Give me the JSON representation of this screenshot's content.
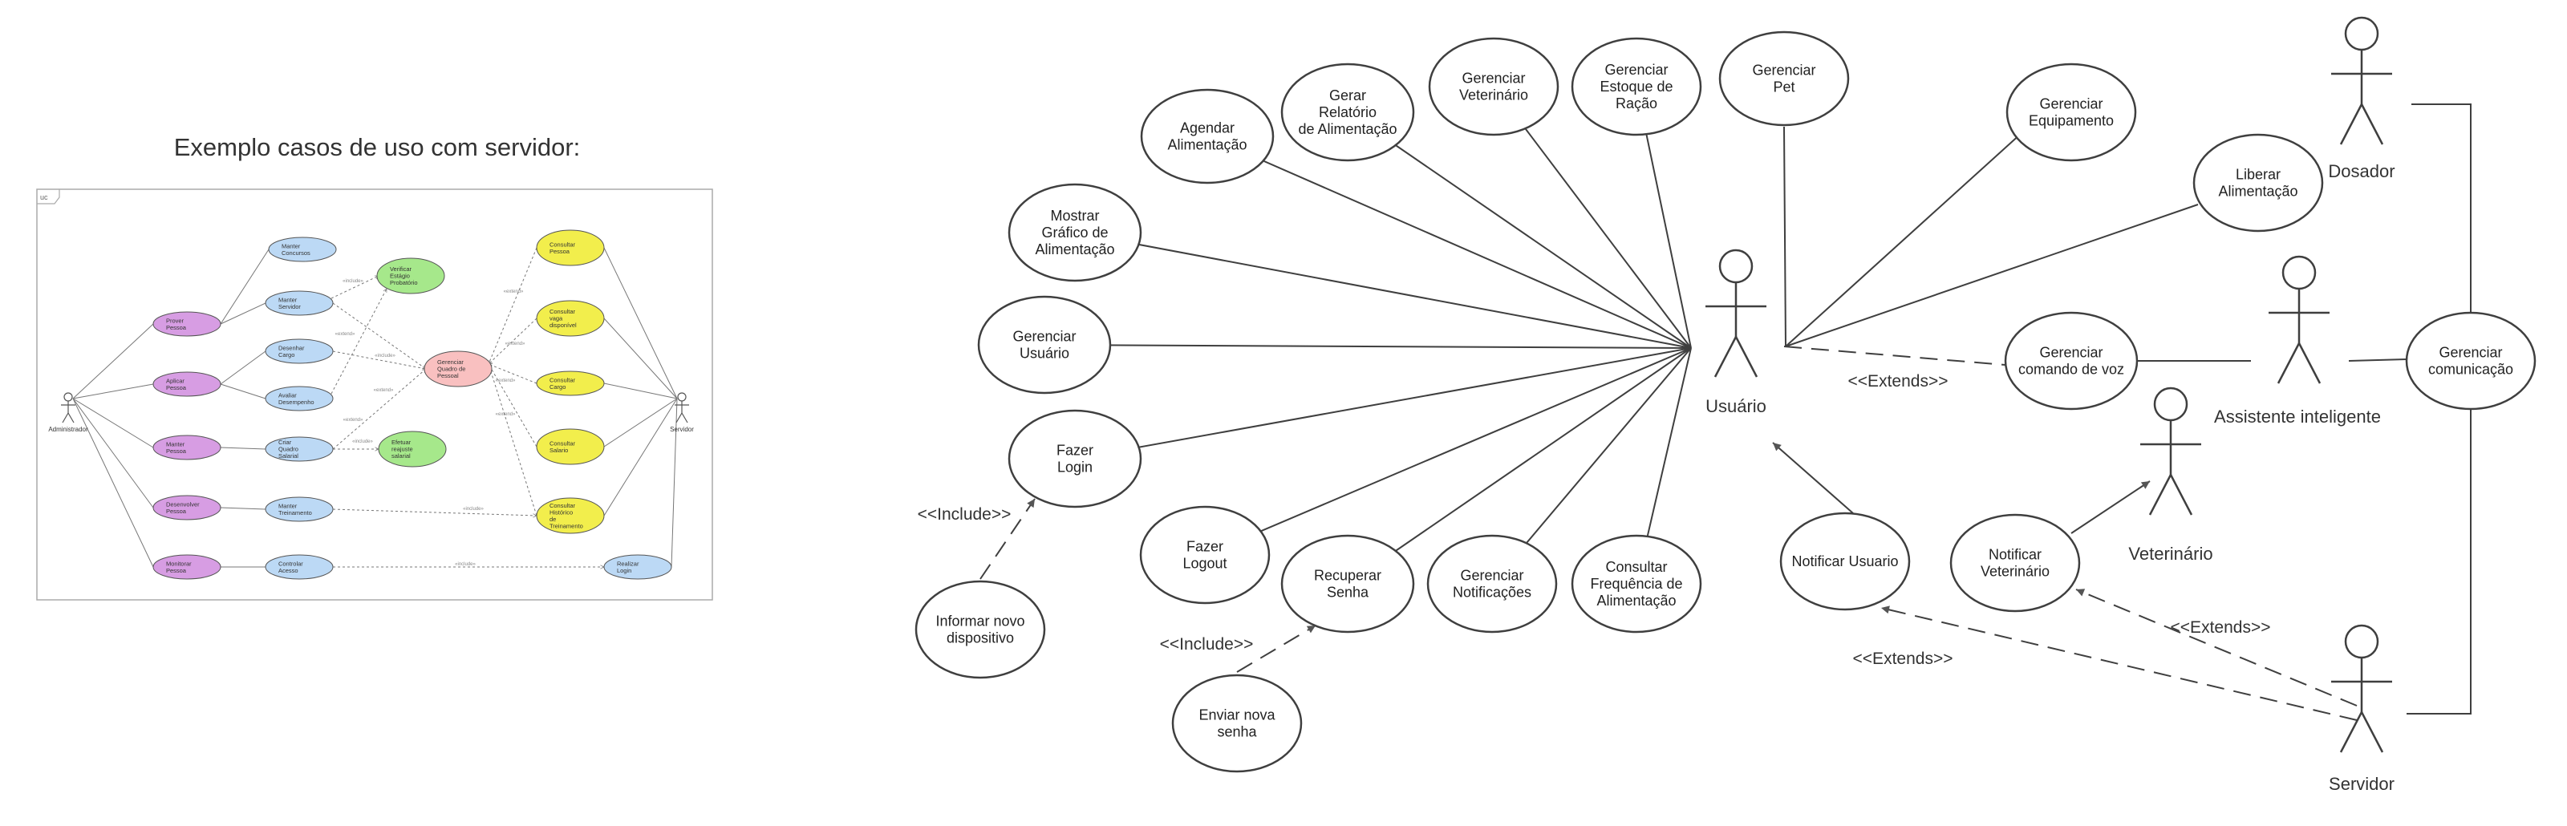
{
  "title": "Exemplo casos de uso com servidor:",
  "thumbnail": {
    "frame_tag": "uc",
    "actors": [
      "Administrador",
      "Servidor"
    ],
    "use_cases": [
      {
        "text": "Manter Concursos",
        "color": "blue"
      },
      {
        "text": "Prover Pessoa",
        "color": "purple"
      },
      {
        "text": "Manter Servidor",
        "color": "blue"
      },
      {
        "text": "Verificar Estágio Probatório",
        "color": "green"
      },
      {
        "text": "Aplicar Pessoa",
        "color": "purple"
      },
      {
        "text": "Desenhar Cargo",
        "color": "blue"
      },
      {
        "text": "Avaliar Desempenho",
        "color": "blue"
      },
      {
        "text": "Gerenciar Quadro de Pessoal",
        "color": "red"
      },
      {
        "text": "Manter Pessoa",
        "color": "purple"
      },
      {
        "text": "Criar Quadro Salarial",
        "color": "blue"
      },
      {
        "text": "Efetuar reajuste salarial",
        "color": "green"
      },
      {
        "text": "Desenvolver Pessoa",
        "color": "purple"
      },
      {
        "text": "Manter Treinamento",
        "color": "blue"
      },
      {
        "text": "Monitorar Pessoa",
        "color": "purple"
      },
      {
        "text": "Controlar Acesso",
        "color": "blue"
      },
      {
        "text": "Realizar Login",
        "color": "blue"
      },
      {
        "text": "Consultar Pessoa",
        "color": "yellow"
      },
      {
        "text": "Consultar vaga disponível",
        "color": "yellow"
      },
      {
        "text": "Consultar Cargo",
        "color": "yellow"
      },
      {
        "text": "Consultar Salario",
        "color": "yellow"
      },
      {
        "text": "Consultar Histórico de Treinamento",
        "color": "yellow"
      }
    ],
    "relation_tags": [
      "«include»",
      "«extend»"
    ]
  },
  "actors": [
    {
      "id": "usuario",
      "label": "Usuário"
    },
    {
      "id": "dosador",
      "label": "Dosador"
    },
    {
      "id": "assistente",
      "label": "Assistente inteligente"
    },
    {
      "id": "veterinario",
      "label": "Veterinário"
    },
    {
      "id": "servidor",
      "label": "Servidor"
    }
  ],
  "use_cases": [
    {
      "id": "agendar",
      "lines": [
        "Agendar",
        "Alimentação"
      ]
    },
    {
      "id": "gerar",
      "lines": [
        "Gerar",
        "Relatório",
        "de Alimentação"
      ]
    },
    {
      "id": "gervet",
      "lines": [
        "Gerenciar",
        "Veterinário"
      ]
    },
    {
      "id": "gerestoque",
      "lines": [
        "Gerenciar",
        "Estoque de",
        "Ração"
      ]
    },
    {
      "id": "gerpet",
      "lines": [
        "Gerenciar",
        "Pet"
      ]
    },
    {
      "id": "gerequip",
      "lines": [
        "Gerenciar",
        "Equipamento"
      ]
    },
    {
      "id": "liberar",
      "lines": [
        "Liberar",
        "Alimentação"
      ]
    },
    {
      "id": "mostrar",
      "lines": [
        "Mostrar",
        "Gráfico de",
        "Alimentação"
      ]
    },
    {
      "id": "gerusuario",
      "lines": [
        "Gerenciar",
        "Usuário"
      ]
    },
    {
      "id": "gercomando",
      "lines": [
        "Gerenciar",
        "comando de voz"
      ]
    },
    {
      "id": "gercomunic",
      "lines": [
        "Gerenciar",
        "comunicação"
      ]
    },
    {
      "id": "login",
      "lines": [
        "Fazer",
        "Login"
      ]
    },
    {
      "id": "logout",
      "lines": [
        "Fazer",
        "Logout"
      ]
    },
    {
      "id": "recuperar",
      "lines": [
        "Recuperar",
        "Senha"
      ]
    },
    {
      "id": "gernotif",
      "lines": [
        "Gerenciar",
        "Notificações"
      ]
    },
    {
      "id": "consultar",
      "lines": [
        "Consultar",
        "Frequência de",
        "Alimentação"
      ]
    },
    {
      "id": "notifusuario",
      "lines": [
        "Notificar Usuario"
      ]
    },
    {
      "id": "notifvet",
      "lines": [
        "Notificar",
        "Veterinário"
      ]
    },
    {
      "id": "informar",
      "lines": [
        "Informar novo",
        "dispositivo"
      ]
    },
    {
      "id": "enviar",
      "lines": [
        "Enviar nova",
        "senha"
      ]
    }
  ],
  "stereotype_labels": [
    {
      "id": "extends-comando",
      "text": "<<Extends>>"
    },
    {
      "id": "include-login",
      "text": "<<Include>>"
    },
    {
      "id": "include-senha",
      "text": "<<Include>>"
    },
    {
      "id": "extends-notifvet",
      "text": "<<Extends>>"
    },
    {
      "id": "extends-notifusuario",
      "text": "<<Extends>>"
    }
  ]
}
